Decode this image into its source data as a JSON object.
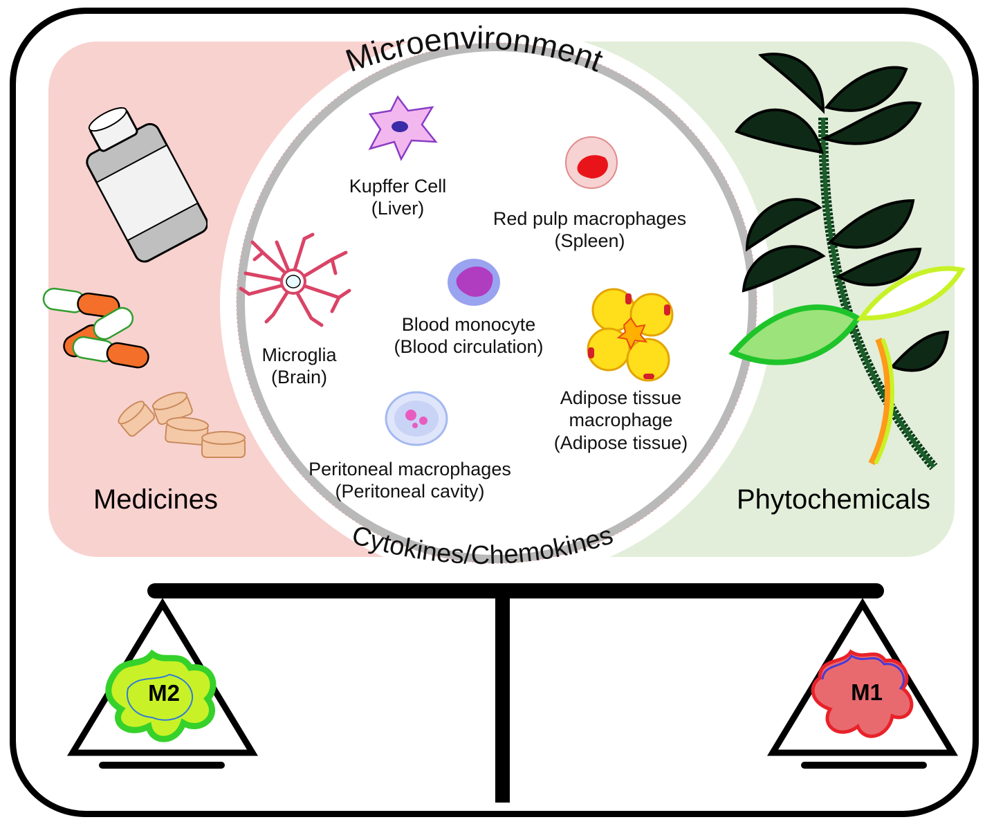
{
  "title_top": "Microenvironment",
  "title_bottom": "Cytokines/Chemokines",
  "left_group": {
    "label": "Medicines",
    "color": "#f8d2cf"
  },
  "right_group": {
    "label": "Phytochemicals",
    "color": "#e2eed9"
  },
  "cells": [
    {
      "name": "Kupffer Cell",
      "location": "(Liver)",
      "icon": "kupffer-cell-icon"
    },
    {
      "name": "Red pulp macrophages",
      "location": "(Spleen)",
      "icon": "red-pulp-macrophage-icon"
    },
    {
      "name": "Microglia",
      "location": "(Brain)",
      "icon": "microglia-icon"
    },
    {
      "name": "Blood monocyte",
      "location": "(Blood circulation)",
      "icon": "blood-monocyte-icon"
    },
    {
      "name": "Adipose tissue",
      "location": "macrophage",
      "location2": "(Adipose tissue)",
      "icon": "adipose-macrophage-icon"
    },
    {
      "name": "Peritoneal macrophages",
      "location": "(Peritoneal cavity)",
      "icon": "peritoneal-macrophage-icon"
    }
  ],
  "balance": {
    "left_pan": {
      "label": "M2",
      "color": "#c8f227"
    },
    "right_pan": {
      "label": "M1",
      "color": "#e86a6e"
    }
  },
  "icons": [
    "medicine-bottle-icon",
    "capsule-icon",
    "tablet-icon",
    "plant-icon",
    "balance-scale-icon"
  ]
}
